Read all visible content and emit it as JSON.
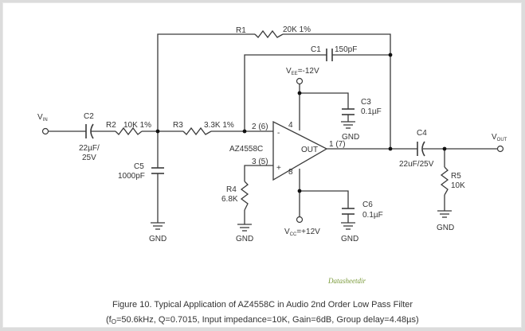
{
  "figure": {
    "caption_line1": "Figure 10. Typical Application of AZ4558C in Audio 2nd Order Low Pass Filter",
    "caption_line2_prefix": "(f",
    "caption_line2_sub": "O",
    "caption_line2_rest": "=50.6kHz, Q=0.7015, Input impedance=10K, Gain=6dB, Group delay=4.48µs)",
    "watermark": "Datasheetdir"
  },
  "schematic": {
    "opamp": {
      "name": "AZ4558C",
      "out_label": "OUT",
      "inv_pin": "2 (6)",
      "noninv_pin": "3 (5)",
      "out_pin": "1 (7)",
      "vee_pin": "4",
      "vcc_pin": "8",
      "inv_sign": "-",
      "noninv_sign": "+"
    },
    "vin": {
      "main": "V",
      "sub": "IN"
    },
    "vout": {
      "main": "V",
      "sub": "OUT"
    },
    "vee": {
      "main": "V",
      "sub": "EE",
      "value": "=-12V"
    },
    "vcc": {
      "main": "V",
      "sub": "CC",
      "value": "=+12V"
    },
    "components": {
      "R1": {
        "ref": "R1",
        "value": "20K 1%"
      },
      "R2": {
        "ref": "R2",
        "value": "10K 1%"
      },
      "R3": {
        "ref": "R3",
        "value": "3.3K 1%"
      },
      "R4": {
        "ref": "R4",
        "value": "6.8K"
      },
      "R5": {
        "ref": "R5",
        "value": "10K"
      },
      "C1": {
        "ref": "C1",
        "value": "150pF"
      },
      "C2": {
        "ref": "C2",
        "value_line1": "22µF/",
        "value_line2": "25V"
      },
      "C3": {
        "ref": "C3",
        "value": "0.1µF"
      },
      "C4": {
        "ref": "C4",
        "value": "22uF/25V"
      },
      "C5": {
        "ref": "C5",
        "value": "1000pF"
      },
      "C6": {
        "ref": "C6",
        "value": "0.1µF"
      }
    },
    "gnd_label": "GND"
  }
}
